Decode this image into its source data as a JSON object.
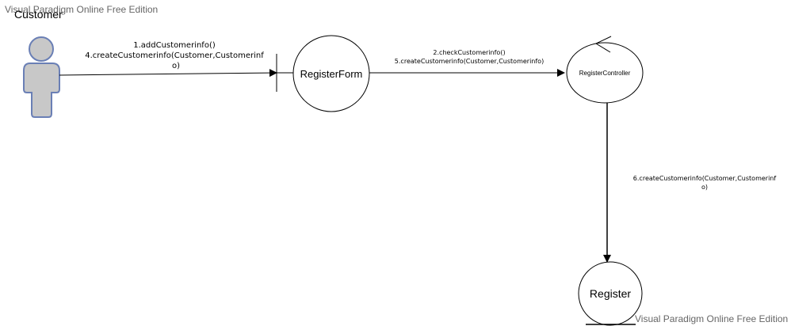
{
  "watermark": {
    "text": "Visual Paradigm Online Free Edition"
  },
  "actor": {
    "name": "Customer",
    "fill": "#c8c8c8",
    "stroke": "#6a7fb5"
  },
  "objects": {
    "boundary": {
      "name": "RegisterForm"
    },
    "control": {
      "name": "RegisterController"
    },
    "entity": {
      "name": "Register"
    }
  },
  "messages": {
    "customer_to_form": {
      "line1": "1.addCustomerinfo()",
      "line2": "4.createCustomerinfo(Customer,Customerinf",
      "line3": "o)"
    },
    "form_to_controller": {
      "line1": "2.checkCustomerinfo()",
      "line2": "5.createCustomerinfo(Customer,Customerinfo)"
    },
    "controller_to_register": {
      "line1": "6.createCustomerinfo(Customer,Customerinf",
      "line2": "o)"
    }
  },
  "colors": {
    "line": "#000000",
    "watermark": "#666666"
  }
}
